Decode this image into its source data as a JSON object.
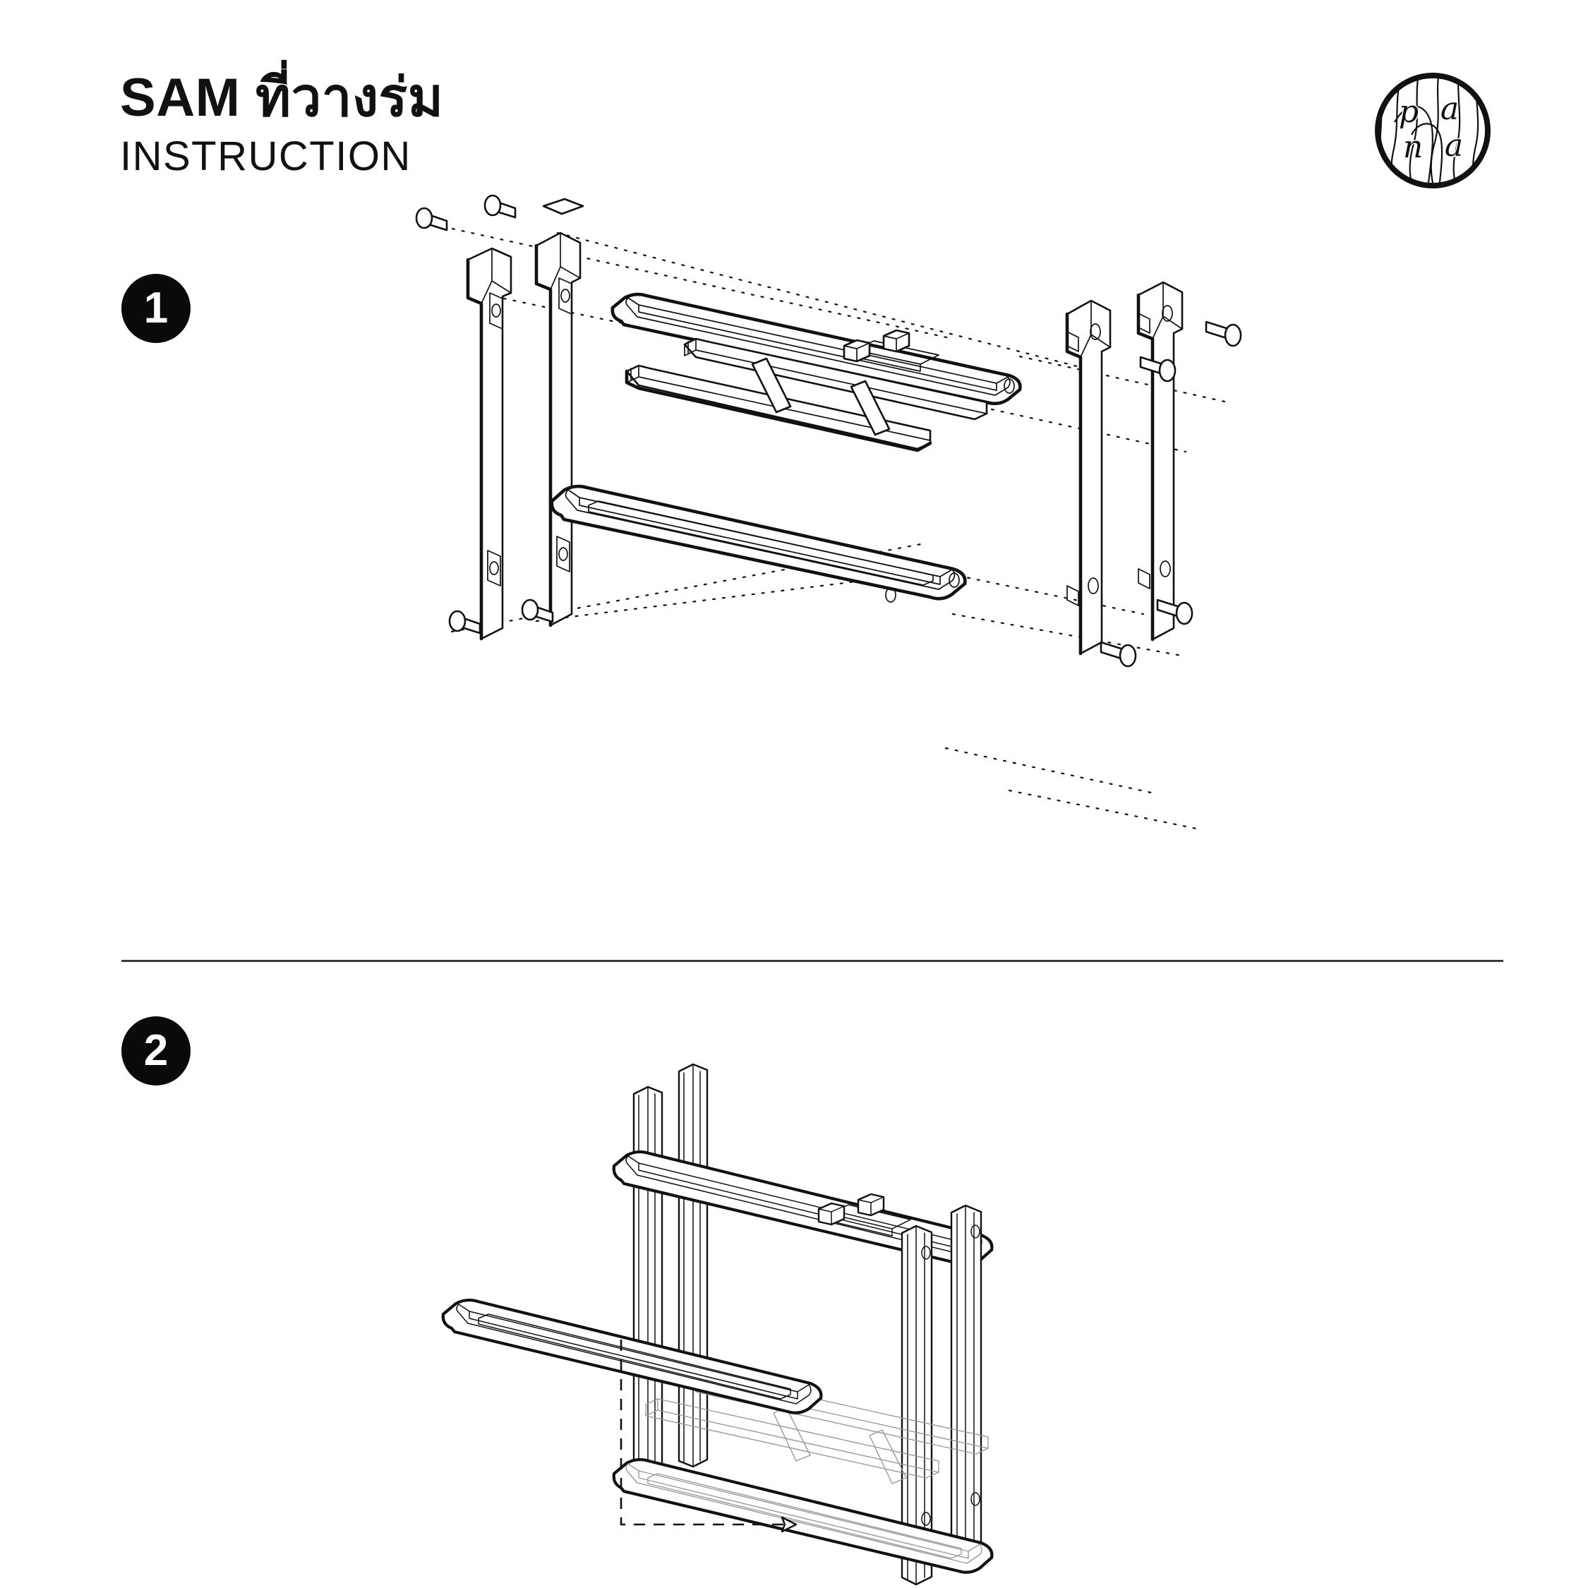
{
  "document": {
    "kind": "furniture-assembly-instruction-sheet",
    "background_color": "#ffffff",
    "ink_color": "#111111"
  },
  "header": {
    "product_name": "SAM",
    "product_name_thai": "ที่วางร่ม",
    "title": "SAM ที่วางร่ม",
    "subtitle": "INSTRUCTION"
  },
  "brand": {
    "name": "pana",
    "mark": "circular-wood-grain-logo",
    "letters": [
      "p",
      "a",
      "n",
      "a"
    ]
  },
  "steps": [
    {
      "number": "1",
      "badge_label": "1",
      "kind": "exploded-view",
      "parts": [
        {
          "name": "leg-post",
          "count": 4,
          "note": "vertical square posts with screw holes and notches"
        },
        {
          "name": "top-tray",
          "count": 1,
          "note": "rounded rectangular tray with divider bar and two pegs"
        },
        {
          "name": "middle-rail-frame",
          "count": 1,
          "note": "ladder frame: two side rails with two cross bars"
        },
        {
          "name": "bottom-tray",
          "count": 1,
          "note": "rounded rectangular tray with recessed base"
        },
        {
          "name": "screw-bolt",
          "count": 8,
          "note": "flat head bolts"
        },
        {
          "name": "cap-plug",
          "count": 1,
          "note": "small diamond cap above post"
        }
      ]
    },
    {
      "number": "2",
      "badge_label": "2",
      "kind": "assembly-view",
      "parts": [
        {
          "name": "assembled-frame",
          "count": 1
        },
        {
          "name": "drip-tray",
          "count": 1,
          "note": "slides into the base of the frame"
        }
      ],
      "motion": {
        "type": "insert-arrow",
        "path": "down-then-right",
        "arrow_direction": "right"
      }
    }
  ],
  "divider": {
    "present": true,
    "color": "#3a3a3a"
  }
}
